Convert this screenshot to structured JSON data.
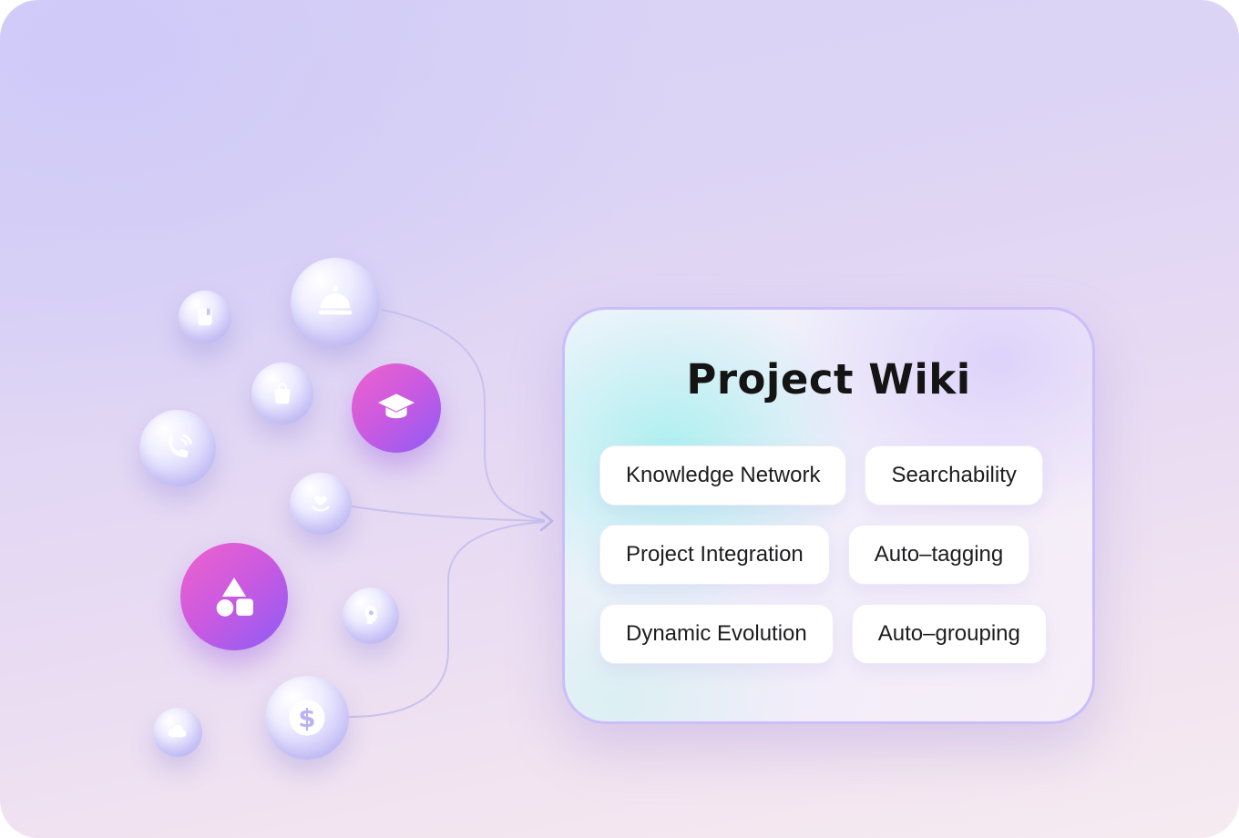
{
  "panel": {
    "title": "Project Wiki",
    "features": [
      {
        "label": "Knowledge Network"
      },
      {
        "label": "Searchability"
      },
      {
        "label": "Project Integration"
      },
      {
        "label": "Auto–tagging"
      },
      {
        "label": "Dynamic Evolution"
      },
      {
        "label": "Auto–grouping"
      }
    ]
  },
  "bubbles": [
    {
      "icon": "book-icon"
    },
    {
      "icon": "cloche-icon"
    },
    {
      "icon": "shopping-bag-icon"
    },
    {
      "icon": "graduation-cap-icon"
    },
    {
      "icon": "phone-icon"
    },
    {
      "icon": "hand-heart-icon"
    },
    {
      "icon": "shapes-icon"
    },
    {
      "icon": "mind-icon"
    },
    {
      "icon": "dollar-icon"
    },
    {
      "icon": "cloud-icon"
    }
  ],
  "icon_glyphs": {
    "dollar_symbol": "$"
  },
  "colors": {
    "background_top": "#d8d2f6",
    "background_bottom": "#f6ebf1",
    "panel_border": "#c9befa",
    "panel_glow_teal": "#78eee6",
    "pill_background": "#ffffff",
    "pill_text": "#1d1d1f",
    "title_text": "#141414",
    "bubble_lavender": "#bfb9f3",
    "bubble_gradient_pink": "#ef62cd",
    "bubble_gradient_purple": "#8b5cf6",
    "connector": "#c8c2ee"
  }
}
